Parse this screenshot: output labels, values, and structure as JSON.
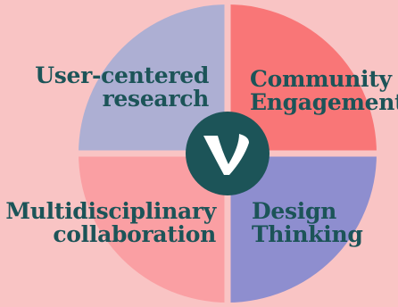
{
  "segments": [
    {
      "id": "top-left",
      "lines": [
        "User-centered",
        "research"
      ],
      "color": "#adafd3"
    },
    {
      "id": "top-right",
      "lines": [
        "Community",
        "Engagement"
      ],
      "color": "#f97677"
    },
    {
      "id": "bottom-left",
      "lines": [
        "Multidisciplinary",
        "collaboration"
      ],
      "color": "#fa9fa3"
    },
    {
      "id": "bottom-right",
      "lines": [
        "Design",
        "Thinking"
      ],
      "color": "#8e8ecf"
    }
  ],
  "center_logo": {
    "letter": "V",
    "color": "#1c5458",
    "letter_color": "#ffffff"
  },
  "colors": {
    "background": "#f9c4c4",
    "text": "#1c5458",
    "divider": "#f9c4c4"
  }
}
